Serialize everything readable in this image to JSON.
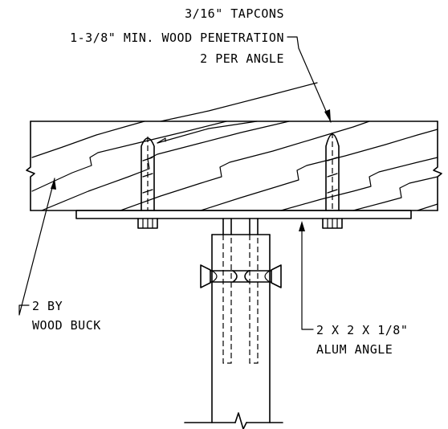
{
  "callouts": {
    "fastener": {
      "line1": "3/16\" TAPCONS",
      "line2": "1-3/8\" MIN. WOOD PENETRATION",
      "line3": "2 PER ANGLE"
    },
    "buck": {
      "line1": "2 BY",
      "line2": "WOOD BUCK"
    },
    "angle": {
      "line1": "2 X 2 X 1/8\"",
      "line2": "ALUM ANGLE"
    }
  }
}
